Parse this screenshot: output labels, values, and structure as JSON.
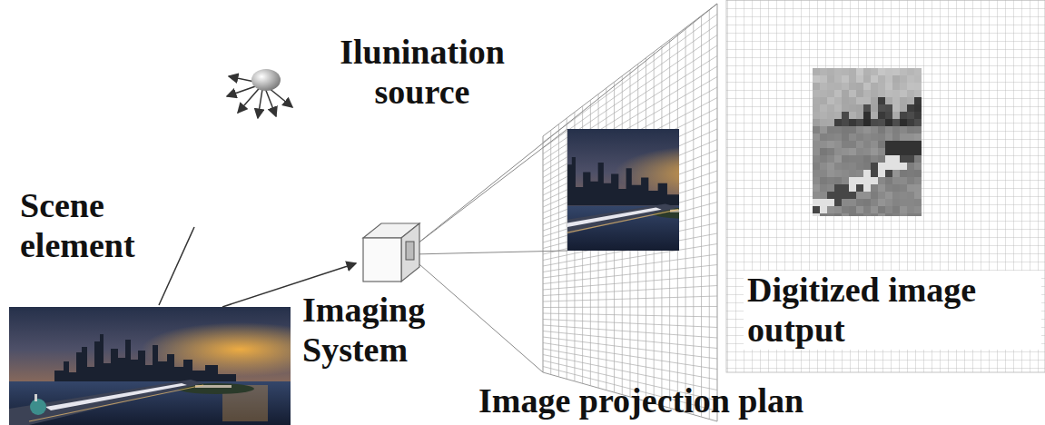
{
  "diagram": {
    "labels": [
      "Ilunination source",
      "Scene element",
      "Imaging System",
      "Image projection plan",
      "Digitized image output"
    ]
  }
}
